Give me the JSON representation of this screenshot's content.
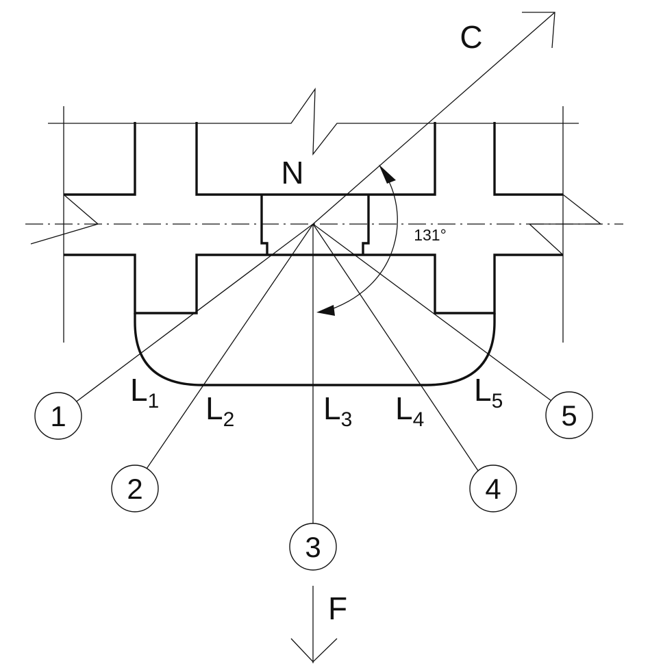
{
  "labels": {
    "top_right_letter": "C",
    "center_letter": "N",
    "bottom_letter": "F",
    "angle": "131°"
  },
  "lengths": [
    {
      "letter": "L",
      "sub": "1"
    },
    {
      "letter": "L",
      "sub": "2"
    },
    {
      "letter": "L",
      "sub": "3"
    },
    {
      "letter": "L",
      "sub": "4"
    },
    {
      "letter": "L",
      "sub": "5"
    }
  ],
  "markers": [
    "1",
    "2",
    "3",
    "4",
    "5"
  ]
}
